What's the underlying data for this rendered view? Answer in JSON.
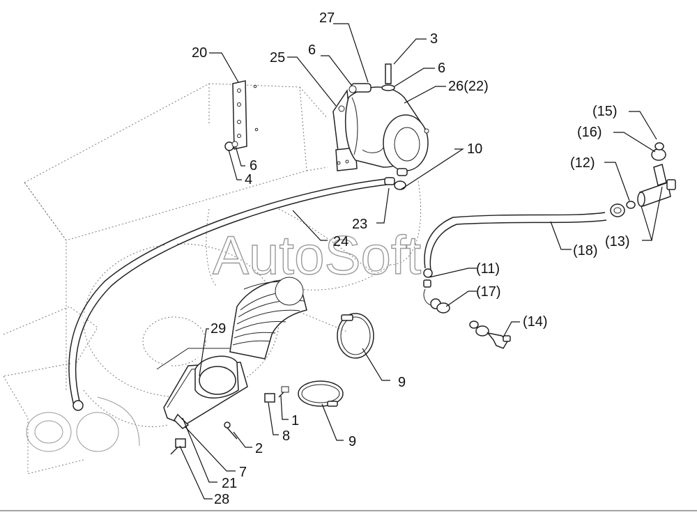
{
  "watermark": "AutoSoft",
  "labels": {
    "l27": "27",
    "l3": "3",
    "l20": "20",
    "l25": "25",
    "l6a": "6",
    "l6b": "6",
    "l26": "26(22)",
    "l6c": "6",
    "l4": "4",
    "l10": "10",
    "l15": "(15)",
    "l16": "(16)",
    "l12": "(12)",
    "l13": "(13)",
    "l18": "(18)",
    "l23": "23",
    "l24": "24",
    "l11": "(11)",
    "l17": "(17)",
    "l14": "(14)",
    "l29": "29",
    "l9a": "9",
    "l9b": "9",
    "l1": "1",
    "l8": "8",
    "l2": "2",
    "l7": "7",
    "l21": "21",
    "l28": "28"
  }
}
